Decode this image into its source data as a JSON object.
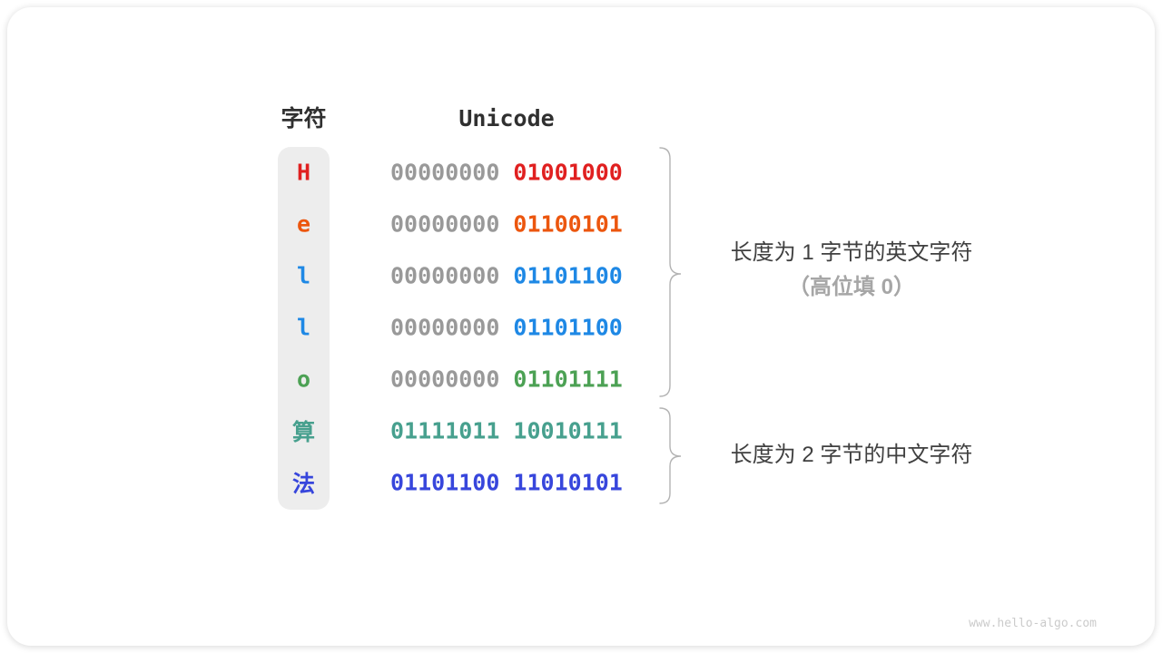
{
  "table": {
    "char_header": "字符",
    "unicode_header": "Unicode",
    "rows": [
      {
        "char": "H",
        "high_byte": "00000000",
        "low_byte": "01001000",
        "color": "#e02020",
        "high_color": "#999999"
      },
      {
        "char": "e",
        "high_byte": "00000000",
        "low_byte": "01100101",
        "color": "#ec560e",
        "high_color": "#999999"
      },
      {
        "char": "l",
        "high_byte": "00000000",
        "low_byte": "01101100",
        "color": "#1e88e5",
        "high_color": "#999999"
      },
      {
        "char": "l",
        "high_byte": "00000000",
        "low_byte": "01101100",
        "color": "#1e88e5",
        "high_color": "#999999"
      },
      {
        "char": "o",
        "high_byte": "00000000",
        "low_byte": "01101111",
        "color": "#4ca154",
        "high_color": "#999999"
      },
      {
        "char": "算",
        "high_byte": "01111011",
        "low_byte": "10010111",
        "color": "#47a08e",
        "high_color": "#47a08e"
      },
      {
        "char": "法",
        "high_byte": "01101100",
        "low_byte": "11010101",
        "color": "#3746dc",
        "high_color": "#3746dc"
      }
    ]
  },
  "annotations": {
    "english_line1": "长度为 1 字节的英文字符",
    "english_line2": "（高位填 0）",
    "chinese_line1": "长度为 2 字节的中文字符"
  },
  "watermark": "www.hello-algo.com",
  "colors": {
    "column_bg": "#ededed",
    "heading_text": "#303030",
    "secondary_text": "#a6a6a6",
    "padding_zero_gray": "#999999",
    "brace_stroke": "#b3b3b3",
    "watermark_text": "#cbcbcb"
  }
}
